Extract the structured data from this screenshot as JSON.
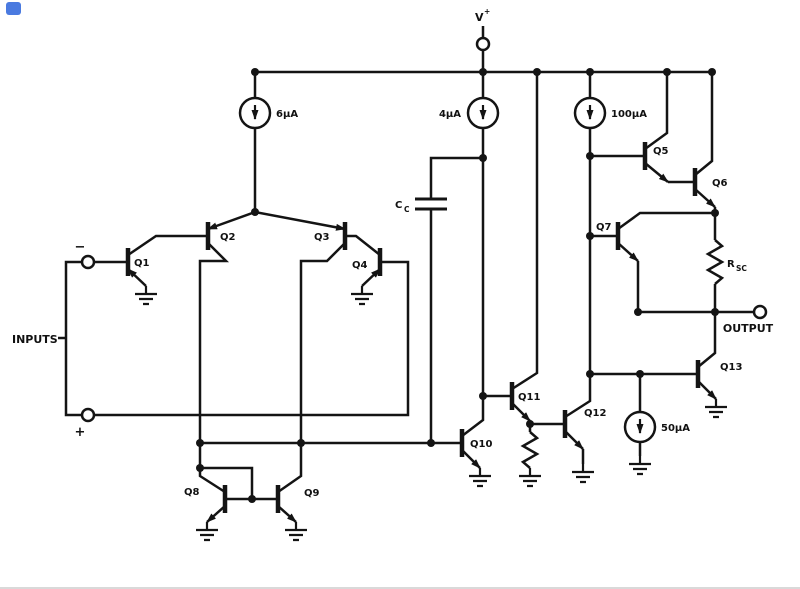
{
  "supply": {
    "main": "V",
    "sup": "+"
  },
  "inputs": {
    "label": "INPUTS",
    "minus": "−",
    "plus": "+"
  },
  "output": {
    "label": "OUTPUT"
  },
  "sources": {
    "i6": "6µA",
    "i4": "4µA",
    "i100": "100µA",
    "i50": "50µA"
  },
  "transistors": {
    "q1": "Q1",
    "q2": "Q2",
    "q3": "Q3",
    "q4": "Q4",
    "q5": "Q5",
    "q6": "Q6",
    "q7": "Q7",
    "q8": "Q8",
    "q9": "Q9",
    "q10": "Q10",
    "q11": "Q11",
    "q12": "Q12",
    "q13": "Q13"
  },
  "capacitor": {
    "main": "C",
    "sub": "C"
  },
  "resistor": {
    "main": "R",
    "sub": "SC"
  },
  "colors": {
    "ink": "#141414",
    "background": "#ffffff",
    "corner_mark": "#4a7ae0"
  }
}
